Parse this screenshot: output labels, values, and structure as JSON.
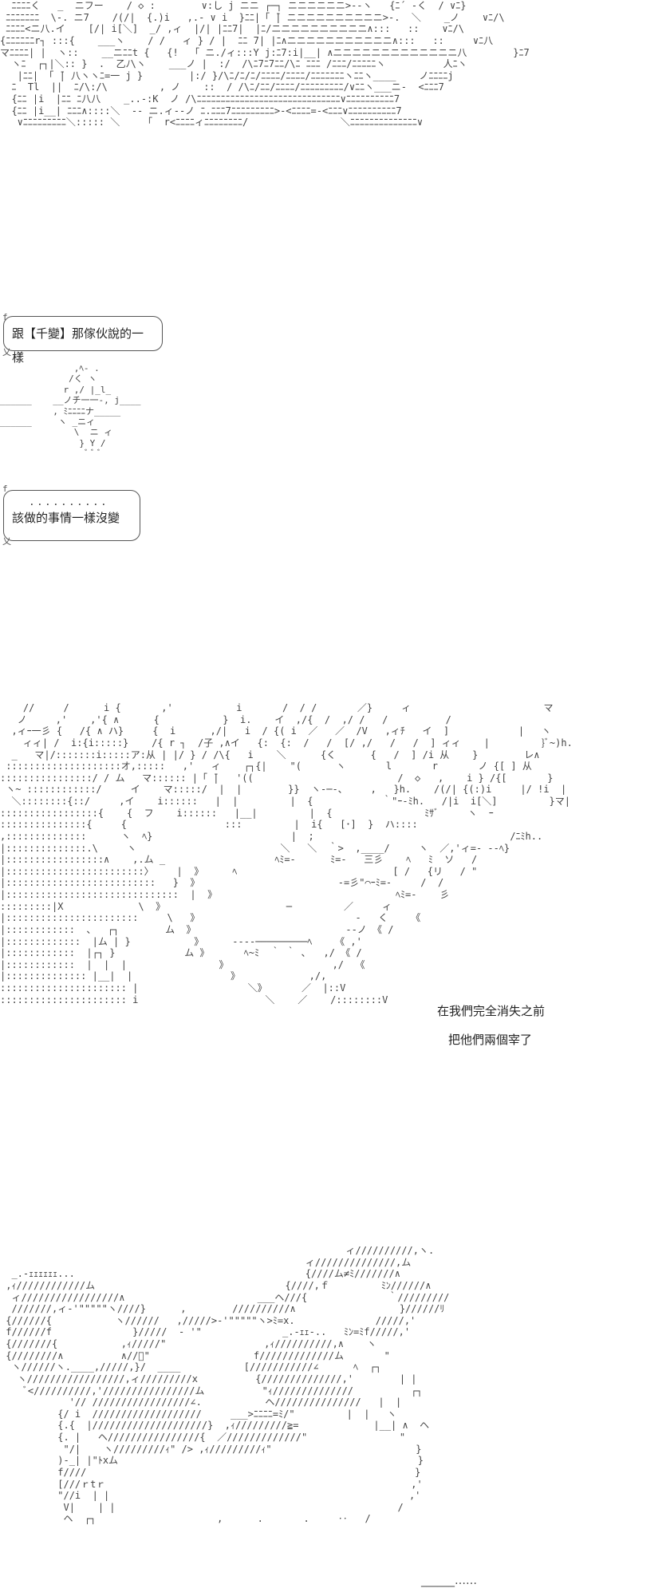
{
  "panels": {
    "top_art": "  ﾆﾆﾆﾆく   _  ニフー    / ◇ :        ∨:し j ニニ ┌─┐ ニニニニニニ>--ヽ   {ﾆ´ -く  / ∨ﾆ}\n ﾆﾆﾆﾆﾆﾆﾆ  \\-. ニ7    /(/|  {.)i   ,.- ∨ i  }ﾆﾆ|「 ̄| ニニニニニニニニニニ>-.  ＼    _ノ    ∨ﾆ/\\\n ﾆﾆﾆﾆ<ニ八.イ    [/| i[＼]  _/ ,ィ  |/| |ﾆﾆ7|  |ﾆ/ニニニニニニニニニニ∧:::   ::    ∨ﾆ/\\\n{ﾆﾆﾆﾆﾆﾆr┐ :::{    ___ヽ    / /   ィ } / |  ﾆﾆ 7| |ﾆ∧ニニニニニニニニニニニ∧:::   ::     ∨ﾆ八\nマﾆﾆﾆﾆ| |  ヽ::    __ニﾆﾆt {   {!  「 ニ./ィ:::Y j:ﾆ7:i|__| ∧ニニニニニニニニニニニニニ八        }ﾆ7\n  ヽﾆ  ┌┐|＼:: }  .  乙ﾉ\\ヽ    ___ノ |  :/  /\\ﾆ7ﾆ7ﾆﾆ/\\ﾆ ﾆﾆﾆ /ﾆﾆﾆ/ﾆﾆﾆﾆﾆヽ          人ﾆヽ\n   |ﾆﾆ| 「 ̄| 八ヽヽﾆ=一 j }        |:/ }/\\ﾆ/ﾆ/ﾆ/ﾆﾆﾆﾆ/ﾆﾆﾆﾆ/ﾆﾆﾆﾆﾆﾆﾆヽﾆﾆヽ____    ノﾆﾆﾆﾆj\n  ﾆ  Tl  ||  ﾆ/\\:/\\         , ノ    ::  / /\\ﾆ/ﾆﾆ/ﾆﾆﾆﾆ/ﾆﾆﾆﾆﾆﾆﾆﾆﾆ/∨ﾆﾆヽ___ニ-  <ﾆﾆﾆ7\n  {ﾆﾆ |i  |ﾆﾆ ﾆ八八    _..-:K  ノ /\\ﾆﾆﾆﾆﾆﾆﾆﾆﾆﾆﾆﾆﾆﾆﾆﾆﾆﾆﾆﾆﾆﾆﾆﾆﾆﾆﾆﾆﾆﾆ∨ﾆﾆﾆﾆﾆﾆﾆﾆﾆﾆ7\n  {ﾆﾆ |i__| ﾆﾆﾆ∧::::＼  ‐‐ ニ.ィ‐‐ノ ﾆ.ﾆﾆﾆ7ﾆﾆﾆﾆﾆﾆﾆﾆﾆ>‐<ﾆﾆﾆﾆ=‐<ﾆﾆﾆ∨ﾆﾆﾆﾆﾆﾆﾆﾆﾆﾆ7\n   ∨ﾆﾆﾆﾆﾆﾆﾆﾆﾆ＼::::: ＼    「  r<ﾆﾆﾆﾆィﾆﾆﾆﾆﾆﾆﾆﾆ/                ＼ﾆﾆﾆﾆﾆﾆﾆﾆﾆﾆﾆﾆﾆﾆ∨",
    "spear_art": "              ,ﾍ- .\n             /く ヽ\n            r ,/ |_l_\n______    __ノチ一一-, j____\n          , ﾐﾆﾆﾆﾆナ_____\n______     ヽ _ニィ\n              \\  ニ ィ\n               } Y /\n                ﾞ ﾞ ﾞ",
    "face_art": "    //     /      i {       ,'           i       /  / /       ／}     ィ                       マ          --＼__ ,\n   ノ     ,'    ,'{ ∧      {           }  i.    イ  ,/{  /  ,/ /   /          /                       }        ＼  ,ﾞ\n  ,ィｰ一彡 {   /{ ∧ ハ}     {  i      ,/|   i  / {( i  ／   ／  /V   ,ィﾁ   イ  ]            |   ヽ       ＼ _\n    ィィ| /  i:{i:::::}    /{ r ┐  /子 ,∧イ   {:  {:  /   /  [/ ,/   /   /  ] ィィ    |         }ﾞ~)h.\n  _   マ|/:::::::i:::::ア:从 | |/ } / /\\{   i    ＼      {く      {   /  ] /i 从    }        レ∧\n ::::::::::::::::::::オ,:::::   ,'   ィ    ┌┐{|    \"(      ヽ       l       r       ノ {[ ] 从        ｜ V\n::::::::::::::::/ / ム   マ:::::: |「 ̄|   '((                         /  ◇   ,    i } /{[       }\n ヽ~ ::::::::::::/     イ    マ:::::/  |  |        }}  ヽ‐─‐、    ,   }h.    /(/| {(:)i     |/ !i  |    }\n  ＼::::::::{::/     ,イ    i::::::   |  |         |  {            ｀\"ｰ‐ﾐh.   /|i  i[＼]         }マ|   く\n:::::::::::::::::{    {  フ    i::::::   |__|         |  {                ﾐｻﾞ     ヽ  ｰ                |\n:::::::::::::::{     {                 :::         |  i{   [･]  }  ハ::::                              i ヾ ,\n,::::::::::::::      ヽ  ﾍ}                        |  ;                                  /ﾆﾐh..            ｀ ヽ、\n|::::::::::::::.\\     ヽ                         ＼   ＼  ｀>  ,____/     ヽ  ／,'ィ=‐ ‐‐ﾍ}\n|:::::::::::::::::∧    ,.ム _                   ﾍﾐ=-      ﾐ=-   三彡    ﾍ   ﾐ  ソ   /\n|::::::::::::::::::::::::〉    |  》     ﾍ                           [ /   {リ   / \"\n|::::::::::::::::::::::::::   }  》                        -=彡\"⌒ｰﾐ=-     /  /\n|::::::::::::::::::::::::::::::  |  》                               ﾍﾐ=-    彡\n:::::::::|X             \\  》                     ─         ／     ィ\n|:::::::::::::::::::::::     \\   》                           -   く    《\n|::::::::::::  、  ┌┐        ム  》                          ‐‐ノ 《 /\n|:::::::::::::  |ム | }           》     ‐‐‐‐─────────ﾍ    《 ,'\n|::::::::::::  |┌┐ }            ム 》      ﾍ~ﾐ  ｀ ｀ ､   ,/ 《 /\n|::::::::::::  |  |  |                》                  ,/  《\n|:::::::::::::: |__|  |                 》            ,/,\n:::::::::::::::::::::: |                   ＼》      ／  |::V\n:::::::::::::::::::::: i                      ＼    ／    /::::::::V",
    "bottom_art": "                                                            ィ//////////,ヽ.\n                                                     ィ//////////////,ム\n  _.-ｪｪｪｪｪｪ...                                        {////ム≠ﾐ///////∧\n ,ｨ////////////ム                                 {////,ｆ         ﾐﾝ//////∧\n  ィ/////////////////∧                       ___ヘ///{              ｀/////////\n  ///////,ィ‐'\"\"\"\"\"ヽ////}      ,        //////////∧                  }//////ﾘ\n {//////{           ヽ//////   ,/////>‐'\"\"\"\"\"ヽ>ﾐ=x.              /////,'\n f//////f              }/////  ‐ '\"              _.-ｪｪ-..   ﾐﾝ=ﾐf/////,'\n {///////{           ,ｨ/////\"                 ,ｨ//////////,∧    ヽ\n {////////∧          ∧//ﾞ\"                  f/////////////ム       \"\n  ヽ//////ヽ.____,/////,}/  ____           [///////////∠      ﾍ  ┌┐\n   ヽ/////////////////,ィ/////////x          {//////////////,'        | |\n    ﾞ<//////////,'////////////////ム          \"ｨ//////////////          ┌┐\n            '// /////////////////∠.           ヘ///////////////   |  |\n          {/ i  ///////////////////     ___>ﾆﾆﾆﾆ=ﾐ/\"         |  |   ヽ\n          {.{  |////////////////////}  ,ｨ/////////≧=             |__| ∧  ヘ\n          {. |   ヘ////////////////{  ／/////////////\"                \"\n           \"/|    ヽ/////////ｨ\" /> ,ｨ/////////ｨ\"                         }\n          )‐_| |\"ﾄxム                                                    }\n          f////                                                         }\n          [///ｒtｒ                                                     ,'\n          \"//i  | |                                                    ,'\n           V|    | |                                                 /\n           ヘ  ┌┐                     ,      .       .     ‥   /"
  },
  "bubbles": [
    {
      "text": "跟【千變】那傢伙說的一樣",
      "tail_top": "f",
      "tail_bottom": "乂"
    },
    {
      "dots": "．．．．．．．．．．",
      "text": "該做的事情一樣沒變",
      "tail_top": "f",
      "tail_bottom": "乂"
    }
  ],
  "captions": [
    "在我們完全消失之前",
    "把他們兩個宰了"
  ],
  "ellipsis": "______……",
  "colors": {
    "background": "#ffffff",
    "ink": "#444444",
    "text": "#222222"
  }
}
